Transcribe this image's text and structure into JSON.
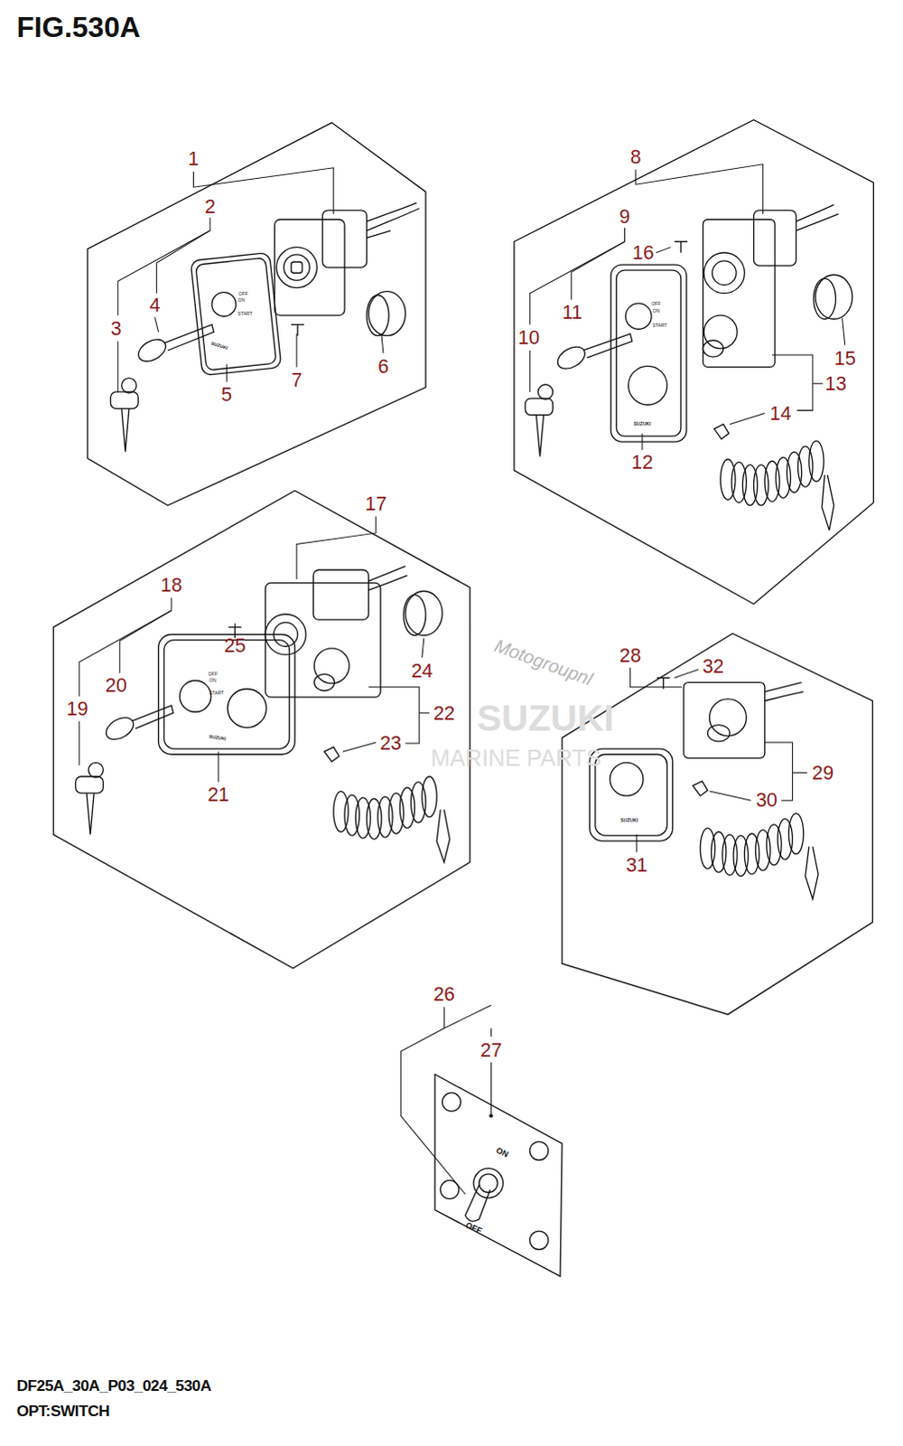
{
  "diagram": {
    "title": "FIG.530A",
    "caption": "OPT:SWITCH",
    "labels": [
      "1",
      "2",
      "3",
      "4",
      "5",
      "6",
      "7",
      "8",
      "9",
      "10",
      "11",
      "12",
      "13",
      "14",
      "15",
      "16",
      "17",
      "18",
      "19",
      "20",
      "21",
      "22",
      "23",
      "24",
      "25",
      "26",
      "27",
      "28",
      "29",
      "30",
      "31",
      "32",
      "DF25A_30A_P03_024_530A",
      "Motogroupnl",
      "SUZUKI",
      "MARINE PARTS",
      "OFF",
      "ON",
      "START",
      "OFF",
      "ON",
      "START",
      "OFF",
      "ON",
      "START",
      "SUZUKI",
      "SUZUKI",
      "SUZUKI",
      "SUZUKI",
      "ON",
      "OFF"
    ]
  }
}
